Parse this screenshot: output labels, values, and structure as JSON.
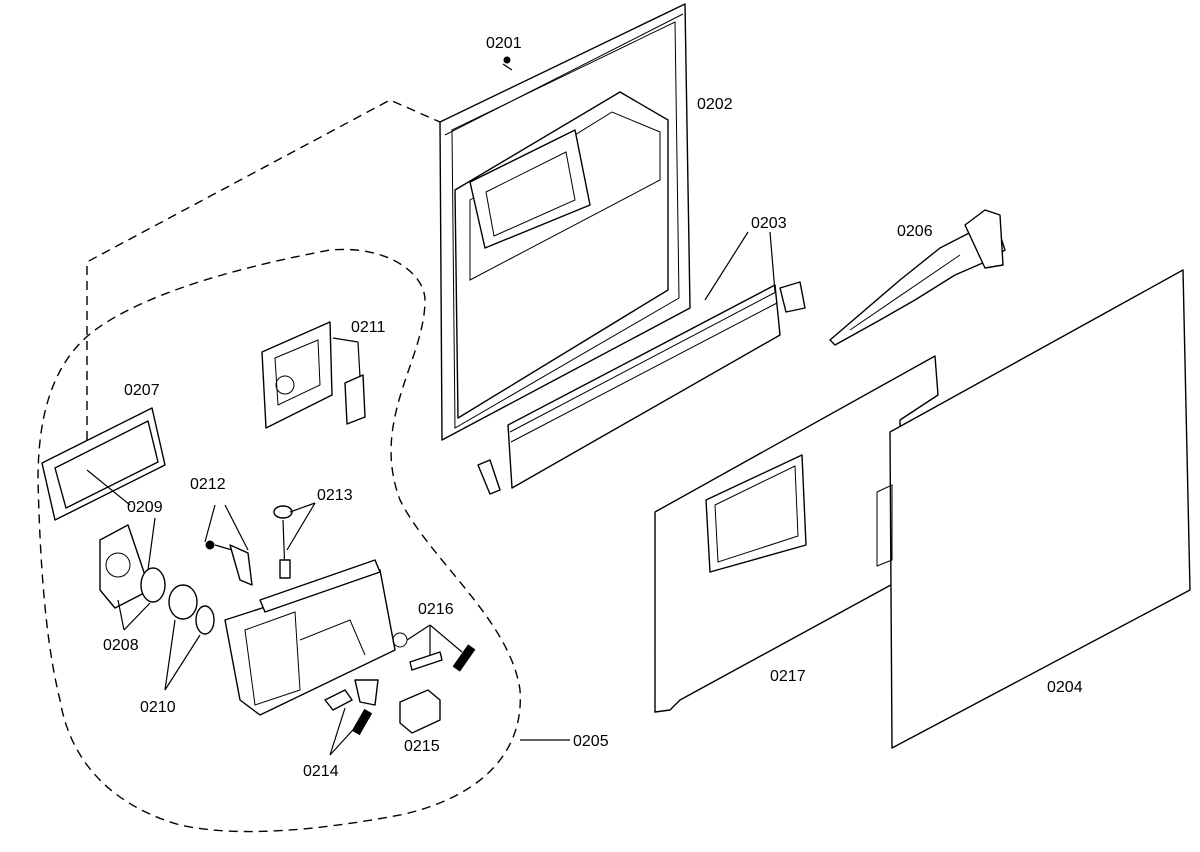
{
  "parts": {
    "p0201": "0201",
    "p0202": "0202",
    "p0203": "0203",
    "p0204": "0204",
    "p0205": "0205",
    "p0206": "0206",
    "p0207": "0207",
    "p0208": "0208",
    "p0209": "0209",
    "p0210": "0210",
    "p0211": "0211",
    "p0212": "0212",
    "p0213": "0213",
    "p0214": "0214",
    "p0215": "0215",
    "p0216": "0216",
    "p0217": "0217"
  }
}
